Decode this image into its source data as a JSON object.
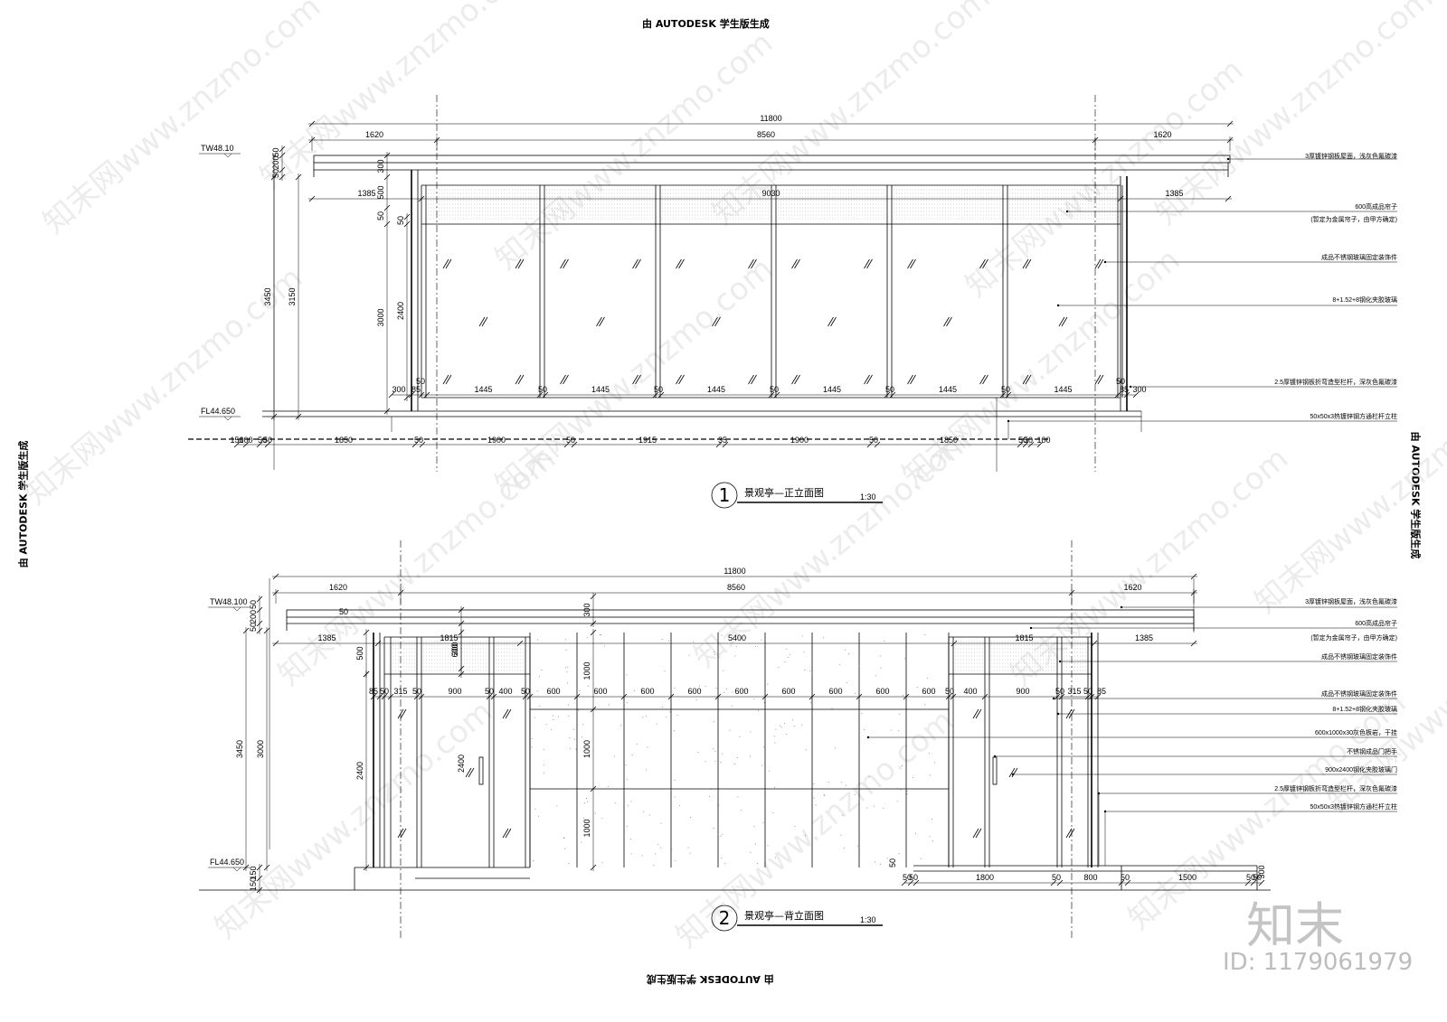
{
  "header_text": "由 AUTODESK 学生版生成",
  "brand_logo": "知末",
  "brand_id": "ID: 1179061979",
  "watermark": "知末网www.znzmo.com",
  "front": {
    "title": "景观亭—正立面图",
    "number": "1",
    "scale": "1:30",
    "level_top": "TW48.10",
    "level_floor": "FL44.650",
    "top_dims": [
      "11800",
      "1620",
      "8560",
      "1620"
    ],
    "span_dims": [
      "1385",
      "9030",
      "1385"
    ],
    "left_dims": [
      "50",
      "200",
      "50",
      "3450",
      "3150"
    ],
    "inner_dims": [
      "300",
      "500",
      "50",
      "50",
      "3000",
      "2400"
    ],
    "panel_dims": [
      "300",
      "85",
      "50",
      "1445",
      "50",
      "1445",
      "50",
      "1445",
      "50",
      "1445",
      "50",
      "1445",
      "50",
      "1445",
      "50",
      "85",
      "300"
    ],
    "base_dims": [
      "150",
      "100",
      "50",
      "50",
      "1850",
      "50",
      "1900",
      "50",
      "1915",
      "35",
      "1900",
      "50",
      "1850",
      "50",
      "50",
      "100"
    ],
    "notes": [
      "3厚镀锌钢板屋面，浅灰色氟碳漆",
      "600高成品帘子",
      "(暂定为金属帘子，由甲方确定)",
      "成品不锈钢玻璃固定装饰件",
      "8+1.52+8钢化夹胶玻璃",
      "2.5厚镀锌钢板折弯造型栏杆，深灰色氟碳漆",
      "50x50x3热镀锌钢方通栏杆立柱"
    ]
  },
  "back": {
    "title": "景观亭—背立面图",
    "number": "2",
    "scale": "1:30",
    "level_top": "TW48.100",
    "level_floor": "FL44.650",
    "top_dims": [
      "11800",
      "1620",
      "8560",
      "1620"
    ],
    "span_dims": [
      "1385",
      "1815",
      "5400",
      "1815",
      "1385"
    ],
    "left_dims": [
      "50",
      "200",
      "50",
      "3450",
      "3000",
      "2400",
      "150",
      "150"
    ],
    "inner_dims": [
      "50",
      "300",
      "300",
      "500",
      "600",
      "1000",
      "1000",
      "1000",
      "2400"
    ],
    "module_dims": [
      "85",
      "50",
      "315",
      "50",
      "900",
      "50",
      "400",
      "50",
      "600",
      "600",
      "600",
      "600",
      "600",
      "600",
      "600",
      "600",
      "600",
      "50",
      "400",
      "900",
      "50",
      "315",
      "50",
      "85"
    ],
    "base_dims": [
      "50",
      "50",
      "50",
      "1800",
      "50",
      "800",
      "50",
      "1500",
      "50",
      "50",
      "300"
    ],
    "notes": [
      "3厚镀锌钢板屋面，浅灰色氟碳漆",
      "600高成品帘子",
      "(暂定为金属帘子，由甲方确定)",
      "成品不锈钢玻璃固定装饰件",
      "成品不锈钢玻璃固定装饰件",
      "8+1.52+8钢化夹胶玻璃",
      "600x1000x30灰色板岩，干挂",
      "不锈钢成品门把手",
      "900x2400钢化夹胶玻璃门",
      "2.5厚镀锌钢板折弯造型栏杆，深灰色氟碳漆",
      "50x50x3热镀锌钢方通栏杆立柱"
    ]
  }
}
